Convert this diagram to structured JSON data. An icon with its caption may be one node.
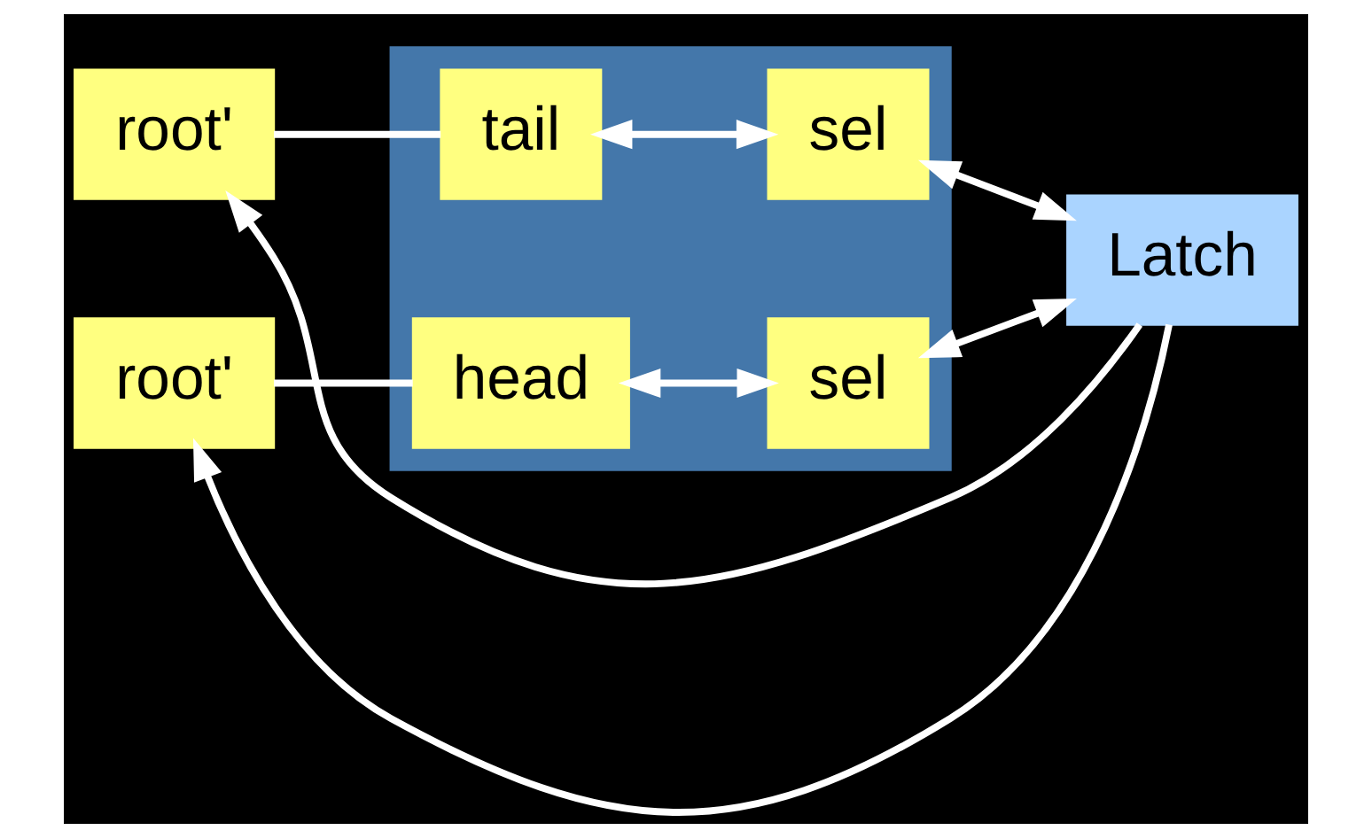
{
  "diagram": {
    "nodes": [
      {
        "text": [
          "root'"
        ]
      },
      {
        "text": [
          "root'"
        ]
      },
      {
        "text": [],
        "shape": "trapezoid"
      },
      {
        "text": [
          "tail"
        ],
        "in": 2
      },
      {
        "text": [
          "head"
        ],
        "in": 2
      },
      {
        "text": [
          "sel"
        ],
        "in": 2
      },
      {
        "text": [
          "sel"
        ],
        "in": 2
      },
      {
        "text": [
          "Latch"
        ]
      }
    ],
    "edges": [
      {
        "from": 0,
        "to": 3,
        "arrow": "none"
      },
      {
        "from": 3,
        "to": 5,
        "arrow": "both"
      },
      {
        "from": 1,
        "to": 4,
        "arrow": "none"
      },
      {
        "from": 4,
        "to": 6,
        "arrow": "both"
      },
      {
        "from": 5,
        "to": 7,
        "arrow": "both"
      },
      {
        "from": 6,
        "to": 7,
        "arrow": "both"
      },
      {
        "from": 7,
        "to": 0,
        "arrow": "to"
      },
      {
        "from": 7,
        "to": 1,
        "arrow": "to"
      }
    ]
  }
}
